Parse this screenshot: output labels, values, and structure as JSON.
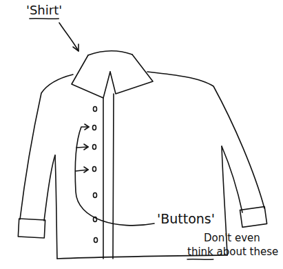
{
  "diagram": {
    "labels": [
      "'Shirt'",
      "'Buttons'",
      "Don't even",
      "think about these"
    ]
  }
}
